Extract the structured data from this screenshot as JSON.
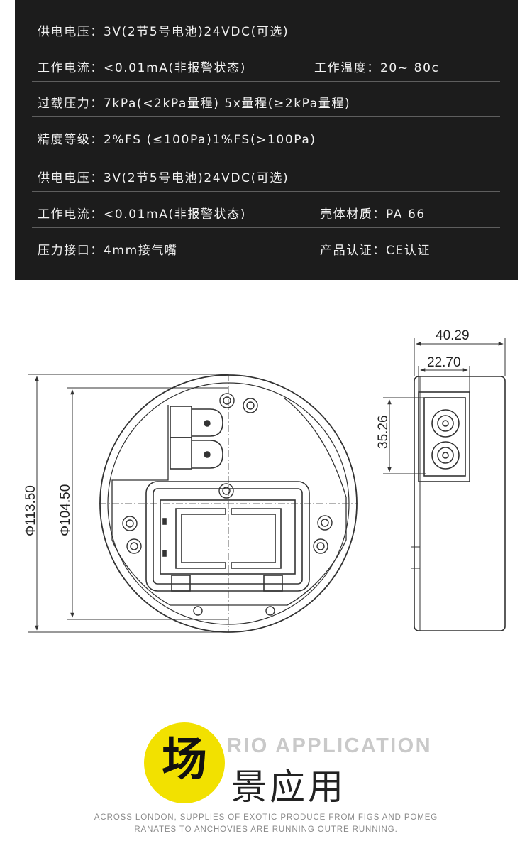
{
  "specs": {
    "rows": [
      {
        "left": "供电电压：3V(2节5号电池)24VDC(可选)",
        "right": ""
      },
      {
        "left": "工作电流：<0.01mA(非报警状态)",
        "right": "工作温度：20~ 80c"
      },
      {
        "left": "过载压力：7kPa(<2kPa量程)  5x量程(≥2kPa量程)",
        "right": ""
      },
      {
        "left": "精度等级：2%FS (≤100Pa)1%FS(>100Pa)",
        "right": ""
      },
      {
        "left": "供电电压：3V(2节5号电池)24VDC(可选)",
        "right": ""
      },
      {
        "left": "工作电流：<0.01mA(非报警状态)",
        "right": "壳体材质：PA 66"
      },
      {
        "left": "压力接口：4mm接气嘴",
        "right": "产品认证：CE认证"
      }
    ]
  },
  "drawing": {
    "dim_outer_diameter": "Φ113.50",
    "dim_inner_diameter": "Φ104.50",
    "dim_depth": "40.29",
    "dim_port_width": "22.70",
    "dim_port_height": "35.26"
  },
  "application": {
    "badge_char": "场",
    "english_title": "RIO APPLICATION",
    "chinese_title": "景应用",
    "subtitle_line1": "ACROSS LONDON, SUPPLIES OF EXOTIC PRODUCE FROM FIGS AND POMEG",
    "subtitle_line2": "RANATES TO ANCHOVIES ARE RUNNING OUTRE RUNNING."
  },
  "colors": {
    "panel_bg": "#1c1c1c",
    "badge_yellow": "#f2e100"
  }
}
